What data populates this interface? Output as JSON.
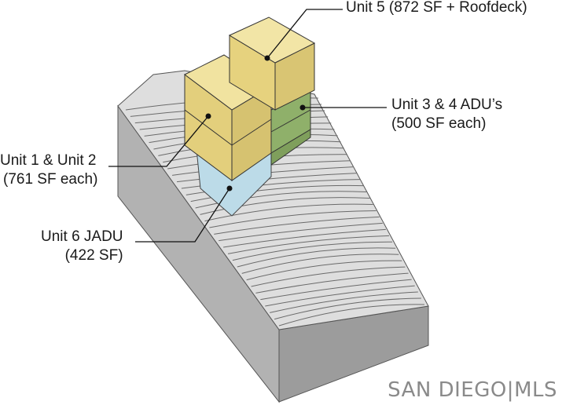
{
  "labels": {
    "unit5": "Unit 5 (872 SF + Roofdeck)",
    "unit34_line1": "Unit 3 & 4 ADU’s",
    "unit34_line2": "(500 SF each)",
    "unit12_line1": "Unit 1 & Unit 2",
    "unit12_line2": "(761 SF each)",
    "unit6_line1": "Unit 6 JADU",
    "unit6_line2": "(422 SF)"
  },
  "watermark": "SAN DIEGO|MLS",
  "colors": {
    "unit_yellow": "#ecd98a",
    "unit_green": "#8fb06a",
    "unit_blue": "#bcdbe8",
    "terrain_top": "#dcdcdc",
    "terrain_side": "#b4b4b4",
    "watermark": "#8a8a8a"
  }
}
